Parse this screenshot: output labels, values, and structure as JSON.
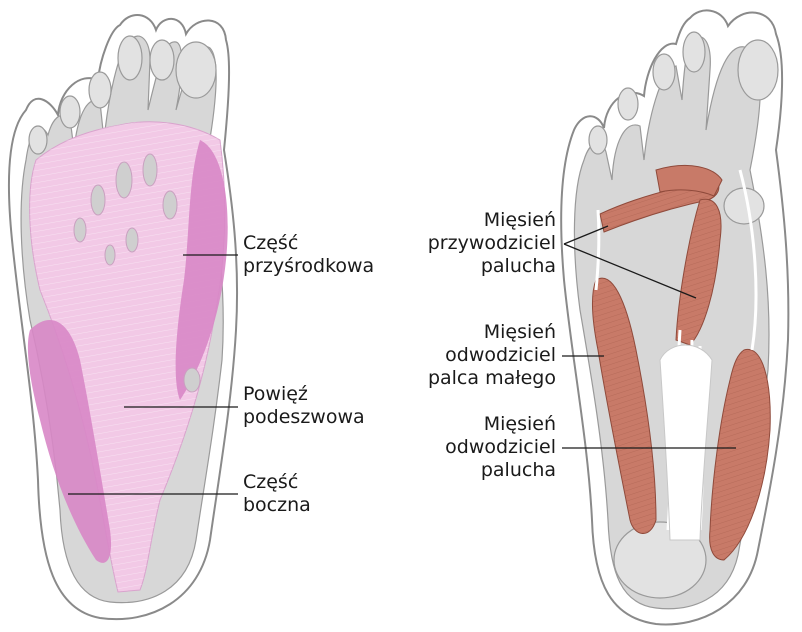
{
  "left_foot": {
    "labels": {
      "medial_part": [
        "Część",
        "przyśrodkowa"
      ],
      "plantar_fascia": [
        "Powięź",
        "podeszwowa"
      ],
      "lateral_part": [
        "Część",
        "boczna"
      ]
    }
  },
  "right_foot": {
    "labels": {
      "adductor_hallucis": [
        "Mięsień",
        "przywodziciel",
        "palucha"
      ],
      "abductor_digiti_minimi": [
        "Mięsień",
        "odwodziciel",
        "palca małego"
      ],
      "abductor_hallucis": [
        "Mięsień",
        "odwodziciel",
        "palucha"
      ]
    }
  },
  "colors": {
    "outline": "#8a8a8a",
    "bone": "#d7d7d7",
    "fascia_light": "#f2c9e6",
    "fascia_dark": "#d887c7",
    "muscle": "#c87a68",
    "tendon": "#ffffff",
    "leader_line": "#1a1a1a"
  }
}
